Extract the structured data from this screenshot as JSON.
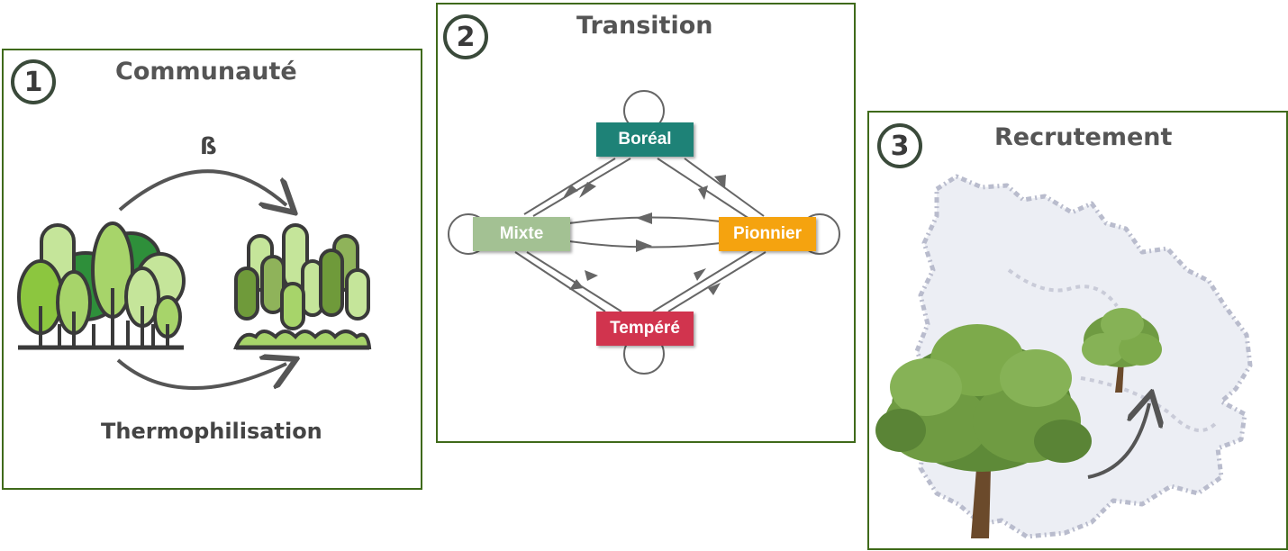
{
  "panels": [
    {
      "number": "1",
      "title": "Communauté"
    },
    {
      "number": "2",
      "title": "Transition"
    },
    {
      "number": "3",
      "title": "Recrutement"
    }
  ],
  "community": {
    "top_label": "ß",
    "bottom_label": "Thermophilisation"
  },
  "transition": {
    "states": {
      "boreal": {
        "label": "Boréal",
        "color": "#1e8277"
      },
      "mixte": {
        "label": "Mixte",
        "color": "#a3c193"
      },
      "pionnier": {
        "label": "Pionnier",
        "color": "#f5a30f"
      },
      "tempere": {
        "label": "Tempéré",
        "color": "#d1344e"
      }
    }
  },
  "colors": {
    "panel_border": "#3f6a1a",
    "arrow": "#555555",
    "tree_light": "#a7d46a",
    "tree_dark": "#2e7d32",
    "tree_outline": "#3a3a3a"
  }
}
